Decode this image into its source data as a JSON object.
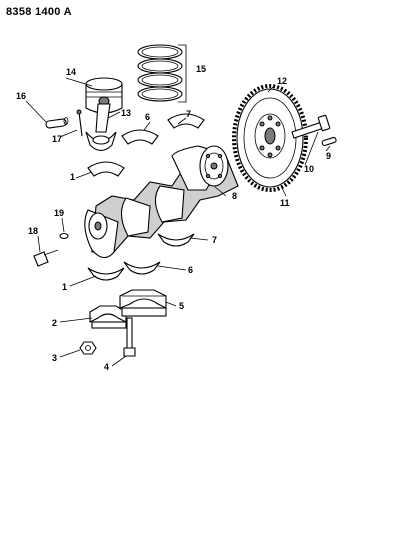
{
  "diagram_code": "8358 1400 A",
  "callouts": [
    {
      "id": "c1a",
      "label": "1"
    },
    {
      "id": "c1b",
      "label": "1"
    },
    {
      "id": "c2",
      "label": "2"
    },
    {
      "id": "c3",
      "label": "3"
    },
    {
      "id": "c4",
      "label": "4"
    },
    {
      "id": "c5",
      "label": "5"
    },
    {
      "id": "c6a",
      "label": "6"
    },
    {
      "id": "c6b",
      "label": "6"
    },
    {
      "id": "c7a",
      "label": "7"
    },
    {
      "id": "c7b",
      "label": "7"
    },
    {
      "id": "c8",
      "label": "8"
    },
    {
      "id": "c9",
      "label": "9"
    },
    {
      "id": "c10",
      "label": "10"
    },
    {
      "id": "c11",
      "label": "11"
    },
    {
      "id": "c12",
      "label": "12"
    },
    {
      "id": "c13",
      "label": "13"
    },
    {
      "id": "c14",
      "label": "14"
    },
    {
      "id": "c15",
      "label": "15"
    },
    {
      "id": "c16",
      "label": "16"
    },
    {
      "id": "c17",
      "label": "17"
    },
    {
      "id": "c18",
      "label": "18"
    },
    {
      "id": "c19",
      "label": "19"
    }
  ]
}
